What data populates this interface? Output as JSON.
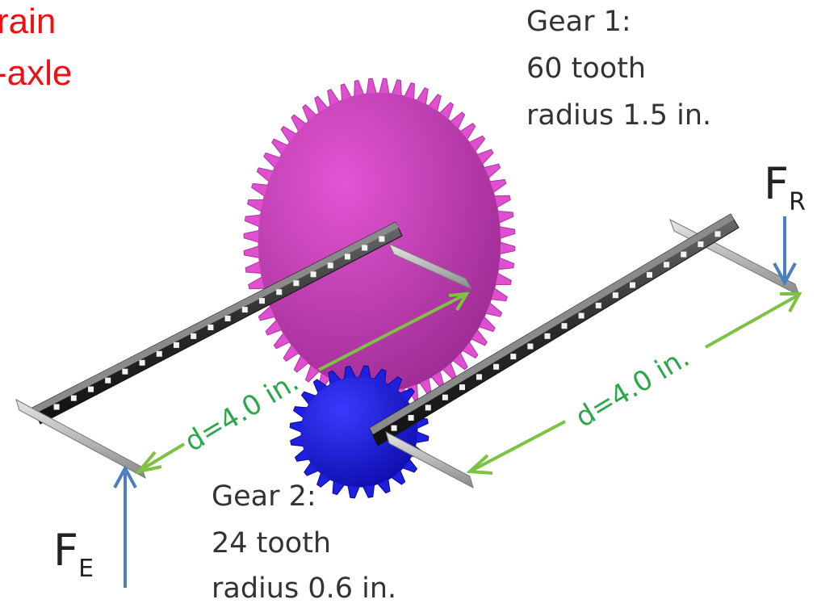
{
  "title": {
    "line1": "rain",
    "line2": "-axle",
    "color": "#ee1111"
  },
  "gear1": {
    "name": "Gear 1:",
    "teeth": "60 tooth",
    "radius": "radius 1.5 in.",
    "color": "#c02fb0"
  },
  "gear2": {
    "name": "Gear 2:",
    "teeth": "24 tooth",
    "radius": "radius 0.6 in.",
    "color": "#1a1ad8"
  },
  "forces": {
    "effort": {
      "letter": "F",
      "subscript": "E"
    },
    "resistance": {
      "letter": "F",
      "subscript": "R"
    },
    "arrow_color": "#4a7fc0"
  },
  "dimensions": {
    "left": "d=4.0 in.",
    "right": "d=4.0 in.",
    "color": "#7dc242",
    "text_color": "#2aa84a"
  }
}
